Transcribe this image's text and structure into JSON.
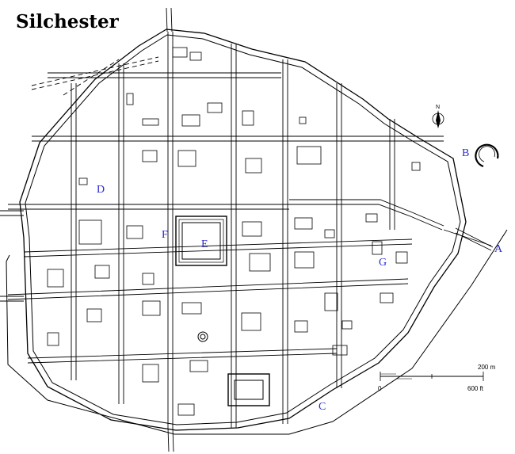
{
  "title": "Silchester",
  "labels": {
    "a": "A",
    "b": "B",
    "c": "C",
    "d": "D",
    "e": "E",
    "f": "F",
    "g": "G"
  },
  "scale_bar": {
    "metric_label": "200 m",
    "zero_label": "0",
    "imperial_label": "600 ft"
  },
  "compass": {
    "north_label": "N"
  },
  "colors": {
    "ink": "#000000",
    "label": "#2a2ad0",
    "background": "#ffffff"
  }
}
